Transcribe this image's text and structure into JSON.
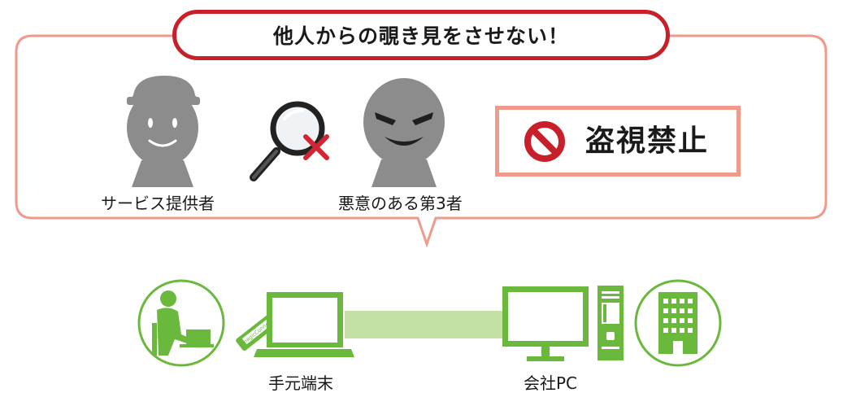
{
  "title": "他人からの覗き見をさせない！",
  "actors": {
    "provider_label": "サービス提供者",
    "attacker_label": "悪意のある第3者"
  },
  "ban_sign": {
    "text": "盗視禁止"
  },
  "devices": {
    "local_label": "手元端末",
    "office_label": "会社PC",
    "usb_brand": "magicConnect"
  },
  "colors": {
    "accent_red": "#c81f2b",
    "bubble_pink": "#ef9a8a",
    "device_green": "#6ab83c",
    "link_green": "#c5e0a5",
    "silhouette_gray": "#8c8c8c"
  },
  "icons": [
    "person-silhouette-icon",
    "magnifier-icon",
    "cross-icon",
    "masked-person-icon",
    "prohibited-icon",
    "worker-at-laptop-icon",
    "usb-key-icon",
    "laptop-icon",
    "desktop-monitor-icon",
    "pc-tower-icon",
    "office-building-icon"
  ]
}
